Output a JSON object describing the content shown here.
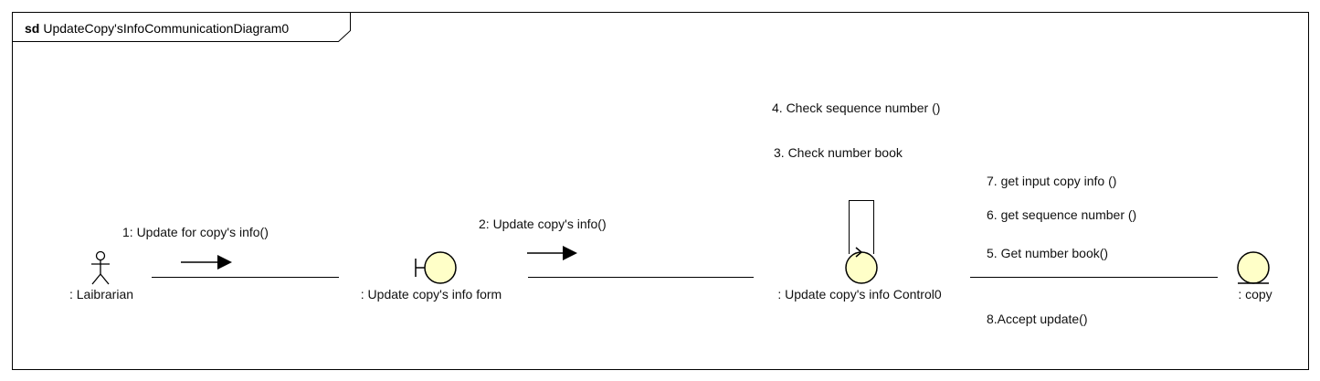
{
  "frame": {
    "kind": "sd",
    "name": "UpdateCopy'sInfoCommunicationDiagram0"
  },
  "lifelines": {
    "actor": ": Laibrarian",
    "boundary": ": Update copy's info form",
    "control": ": Update copy's info Control0",
    "entity": ": copy"
  },
  "messages": {
    "m1": "1: Update for copy's info()",
    "m2": "2: Update copy's info()",
    "m3": "3. Check number book",
    "m4": "4. Check sequence number ()",
    "m5": "5. Get number book()",
    "m6": "6. get sequence number ()",
    "m7": "7. get input copy info ()",
    "m8": "8.Accept update()"
  },
  "colors": {
    "object_fill": "#ffffc8",
    "stroke": "#000000"
  }
}
